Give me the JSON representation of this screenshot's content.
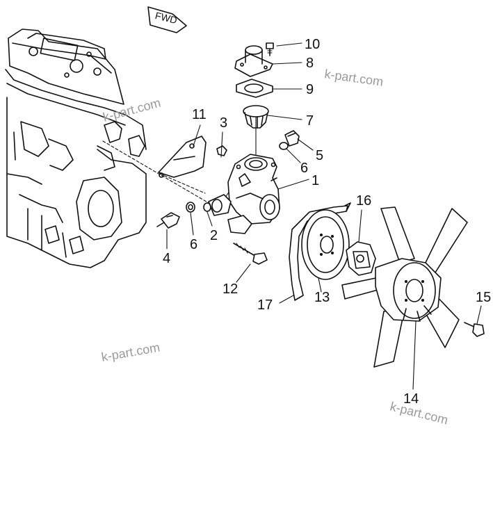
{
  "direction_tag": "FWD",
  "watermark": "k-part.com",
  "callouts": {
    "c1": "1",
    "c2": "2",
    "c3": "3",
    "c4": "4",
    "c5": "5",
    "c6a": "6",
    "c6b": "6",
    "c7": "7",
    "c8": "8",
    "c9": "9",
    "c10": "10",
    "c11": "11",
    "c12": "12",
    "c13": "13",
    "c14": "14",
    "c15": "15",
    "c16": "16",
    "c17": "17"
  }
}
